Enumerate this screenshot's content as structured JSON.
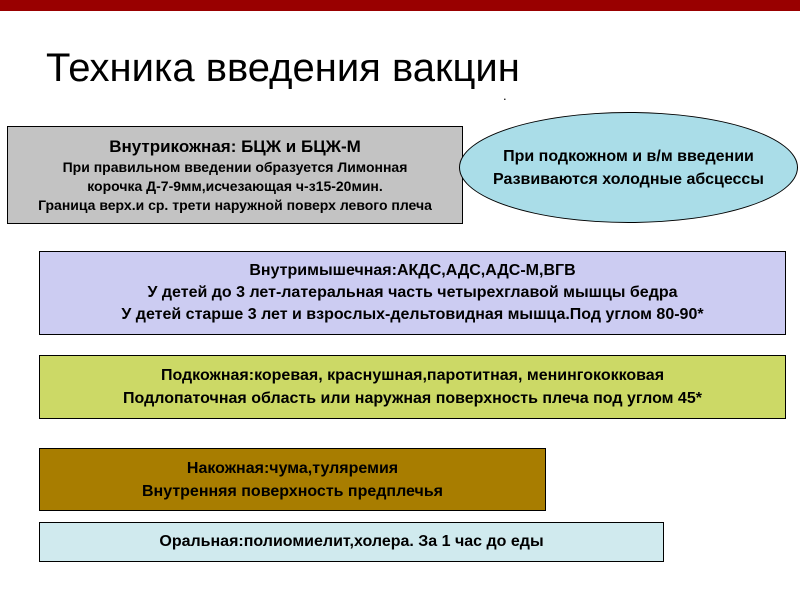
{
  "title": "Техника введения вакцин",
  "title_period": ".",
  "boxes": {
    "intradermal": {
      "heading": "Внутрикожная: БЦЖ и БЦЖ-М",
      "lines": [
        "При правильном введении образуется Лимонная",
        "корочка Д-7-9мм,исчезающая ч-з15-20мин.",
        "Граница верх.и ср. трети наружной поверх левого плеча"
      ]
    },
    "abscess_note": {
      "lines": [
        "При подкожном и в/м введении",
        "Развиваются холодные абсцессы"
      ]
    },
    "intramuscular": {
      "lines": [
        "Внутримышечная:АКДС,АДС,АДС-М,ВГВ",
        "У детей до 3 лет-латеральная часть четырехглавой мышцы бедра",
        "У детей старше 3 лет и взрослых-дельтовидная мышца.Под углом 80-90*"
      ]
    },
    "subcutaneous": {
      "lines": [
        "Подкожная:коревая, краснушная,паротитная, менингококковая",
        "Подлопаточная область или наружная поверхность плеча под углом 45*"
      ]
    },
    "cutaneous": {
      "lines": [
        "Накожная:чума,туляремия",
        "Внутренняя поверхность предплечья"
      ]
    },
    "oral": {
      "lines": [
        "Оральная:полиомиелит,холера. За 1 час до еды"
      ]
    }
  },
  "colors": {
    "top_bar": "#990000",
    "intradermal_bg": "#c3c3c3",
    "abscess_bg": "#aadde8",
    "intramuscular_bg": "#ccccf2",
    "subcutaneous_bg": "#ccd966",
    "cutaneous_bg": "#a87d00",
    "oral_bg": "#d0eaee"
  }
}
